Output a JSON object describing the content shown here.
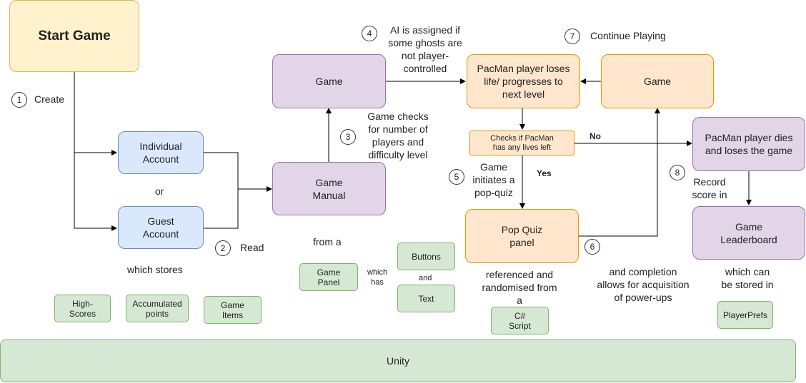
{
  "nodes": {
    "start_game": "Start Game",
    "individual_account": "Individual\nAccount",
    "guest_account": "Guest\nAccount",
    "game_manual": "Game\nManual",
    "game_main": "Game",
    "pacman_loses_life": "PacMan player loses\nlife/ progresses to\nnext level",
    "game_continue": "Game",
    "checks_lives": "Checks if PacMan\nhas any lives left",
    "pop_quiz_panel": "Pop Quiz\npanel",
    "pacman_dies": "PacMan player dies\nand loses the game",
    "game_leaderboard": "Game\nLeaderboard",
    "high_scores": "High-\nScores",
    "accumulated_points": "Accumulated\npoints",
    "game_items": "Game\nItems",
    "game_panel": "Game\nPanel",
    "buttons": "Buttons",
    "text": "Text",
    "csharp_script": "C#\nScript",
    "player_prefs": "PlayerPrefs",
    "unity": "Unity"
  },
  "steps": {
    "s1": {
      "num": "1",
      "text": "Create"
    },
    "s2": {
      "num": "2",
      "text": "Read"
    },
    "s3": {
      "num": "3",
      "text": "Game checks\nfor number of\nplayers and\ndifficulty level"
    },
    "s4": {
      "num": "4",
      "text": "AI is assigned if\nsome ghosts are\nnot player-\ncontrolled"
    },
    "s5": {
      "num": "5",
      "text": "Game\ninitiates a\npop-quiz"
    },
    "s6": {
      "num": "6",
      "text": "and completion\nallows for acquisition\nof power-ups"
    },
    "s7": {
      "num": "7",
      "text": "Continue Playing"
    },
    "s8": {
      "num": "8",
      "text": "Record\nscore in"
    }
  },
  "labels": {
    "or": "or",
    "which_stores": "which stores",
    "from_a": "from a",
    "which_has": "which\nhas",
    "and": "and",
    "referenced": "referenced and\nrandomised from\na",
    "which_can": "which can\nbe stored in",
    "no": "No",
    "yes": "Yes"
  }
}
